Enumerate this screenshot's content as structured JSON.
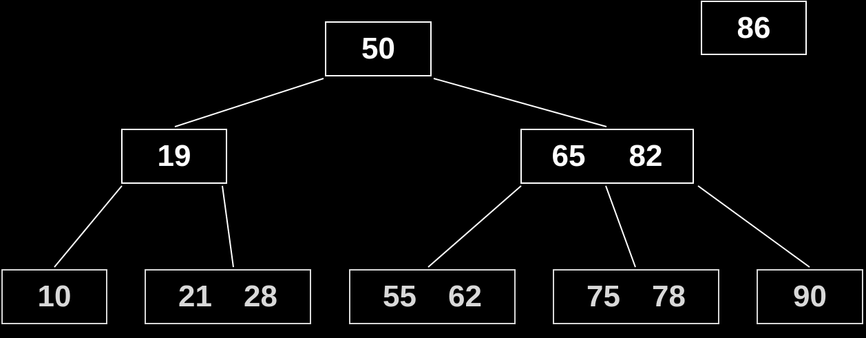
{
  "colors": {
    "background": "#000000",
    "upper_nodes": "#ffffff",
    "leaf_nodes": "#d9d9d9",
    "edges": "#ffffff"
  },
  "tree": {
    "root": {
      "keys": [
        "50"
      ]
    },
    "level1_left": {
      "keys": [
        "19"
      ]
    },
    "level1_right": {
      "keys": [
        "65",
        "82"
      ]
    },
    "leaves": [
      {
        "keys": [
          "10"
        ]
      },
      {
        "keys": [
          "21",
          "28"
        ]
      },
      {
        "keys": [
          "55",
          "62"
        ]
      },
      {
        "keys": [
          "75",
          "78"
        ]
      },
      {
        "keys": [
          "90"
        ]
      }
    ],
    "pending_node": {
      "keys": [
        "86"
      ]
    }
  }
}
